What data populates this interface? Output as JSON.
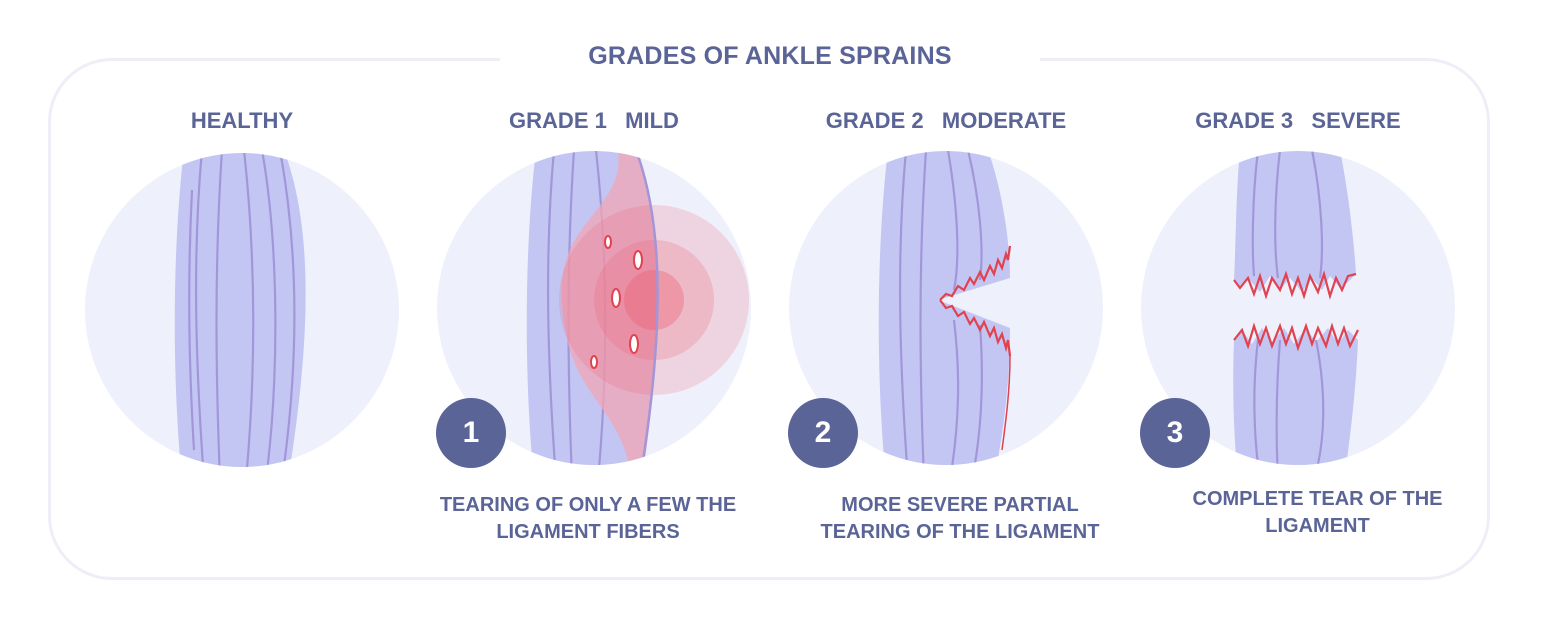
{
  "title": "GRADES OF ANKLE SPRAINS",
  "panels": [
    {
      "heading": "HEALTHY"
    },
    {
      "heading": "GRADE 1   MILD",
      "badge": "1",
      "caption": "TEARING OF ONLY A FEW THE LIGAMENT FIBERS"
    },
    {
      "heading": "GRADE 2   MODERATE",
      "badge": "2",
      "caption": "MORE SEVERE PARTIAL TEARING OF THE LIGAMENT"
    },
    {
      "heading": "GRADE 3   SEVERE",
      "badge": "3",
      "caption": "COMPLETE TEAR OF THE LIGAMENT"
    }
  ],
  "colors": {
    "text": "#5a6497",
    "badge": "#5a6497",
    "circle_bg": "#eef0fb",
    "ligament": "#c3c6f3",
    "fiber": "#a396d8",
    "tear": "#e0424f",
    "inflammation": "#ee5a6e"
  }
}
